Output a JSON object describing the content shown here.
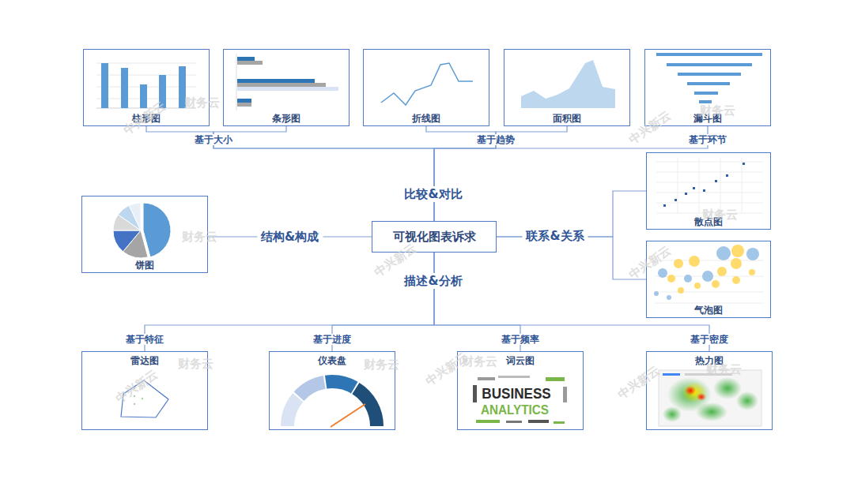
{
  "diagram": {
    "nodes": [
      {
        "text": [
          "柱形图"
        ]
      },
      {
        "text": [
          "条形图"
        ]
      },
      {
        "text": [
          "折线图"
        ]
      },
      {
        "text": [
          "面积图"
        ]
      },
      {
        "text": [
          "漏斗图"
        ]
      },
      {
        "text": [
          "散点图"
        ]
      },
      {
        "text": [
          "饼图"
        ]
      },
      {
        "text": [
          "可视化图表诉求"
        ]
      },
      {
        "text": [
          "气泡图"
        ]
      },
      {
        "text": [
          "雷达图"
        ]
      },
      {
        "text": [
          "仪表盘"
        ]
      },
      {
        "text": [
          "词云图"
        ]
      },
      {
        "text": [
          "热力图"
        ]
      }
    ],
    "edges": [
      {
        "from": 7,
        "to": 0,
        "arrow": "none"
      },
      {
        "from": 7,
        "to": 1,
        "arrow": "none"
      },
      {
        "from": 7,
        "to": 2,
        "arrow": "none"
      },
      {
        "from": 7,
        "to": 3,
        "arrow": "none"
      },
      {
        "from": 7,
        "to": 4,
        "arrow": "none"
      },
      {
        "from": 7,
        "to": 5,
        "arrow": "none"
      },
      {
        "from": 7,
        "to": 6,
        "label": "结构&构成",
        "arrow": "none"
      },
      {
        "from": 7,
        "to": 8,
        "arrow": "none"
      },
      {
        "from": 7,
        "to": 9,
        "arrow": "none"
      },
      {
        "from": 7,
        "to": 10,
        "arrow": "none"
      },
      {
        "from": 7,
        "to": 11,
        "arrow": "none"
      },
      {
        "from": 7,
        "to": 12,
        "arrow": "none"
      }
    ],
    "labels": [
      "基于大小",
      "基于趋势",
      "基于环节",
      "比较&对比",
      "联系&关系",
      "描述&分析",
      "基于特征",
      "基于进度",
      "基于频率",
      "基于密度",
      "BUSINESS",
      "ANALYTICS",
      "财务云",
      "中兴新云",
      "财务云",
      "中兴新云",
      "财务云",
      "中兴新云",
      "财务云",
      "中兴新云",
      "财务云",
      "中兴新云",
      "财务云",
      "中兴新云",
      "财务云",
      "中兴新云",
      "财务云"
    ]
  }
}
